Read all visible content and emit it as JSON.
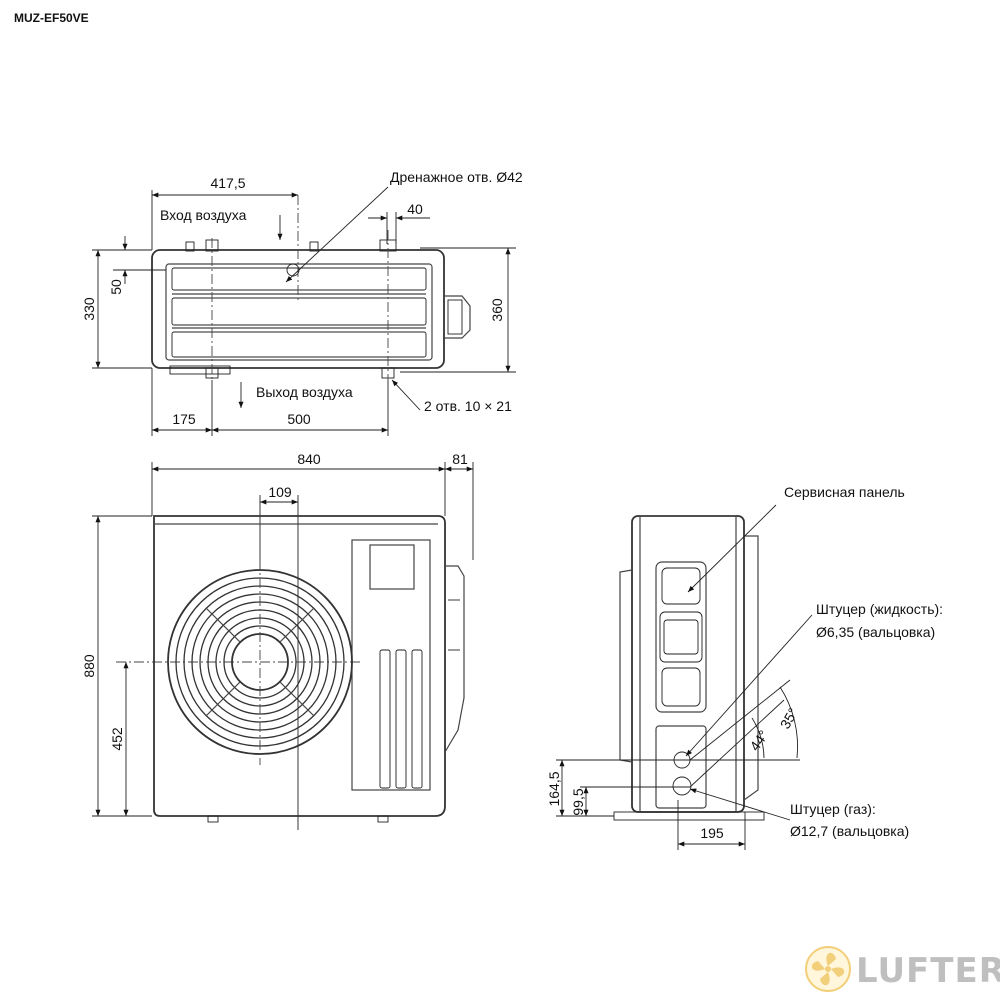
{
  "model": "MUZ-EF50VE",
  "top_view": {
    "dim_4175": "417,5",
    "drain_label": "Дренажное  отв. Ø42",
    "dim_40": "40",
    "air_in": "Вход воздуха",
    "dim_50": "50",
    "dim_330": "330",
    "dim_360": "360",
    "air_out": "Выход воздуха",
    "holes": "2 отв. 10 × 21",
    "dim_175": "175",
    "dim_500": "500"
  },
  "front_view": {
    "dim_840": "840",
    "dim_81": "81",
    "dim_109": "109",
    "dim_880": "880",
    "dim_452": "452"
  },
  "side_view": {
    "service_panel": "Сервисная панель",
    "liquid_line1": "Штуцер (жидкость):",
    "liquid_line2": "Ø6,35 (вальцовка)",
    "angle_35": "35°",
    "angle_44": "44°",
    "dim_1645": "164,5",
    "dim_995": "99,5",
    "dim_195": "195",
    "gas_line1": "Штуцер (газ):",
    "gas_line2": "Ø12,7 (вальцовка)"
  },
  "brand": {
    "name": "LUFTER",
    "color": "#bfbfbf",
    "logo_color": "#f2cf7a",
    "icon": "fan-logo-icon"
  }
}
